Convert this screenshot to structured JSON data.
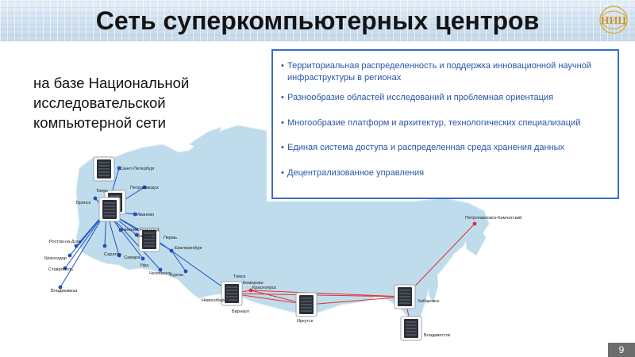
{
  "slide": {
    "title": "Сеть суперкомпьютерных центров",
    "subtitle": "на базе Национальной исследовательской компьютерной сети",
    "logo_text": "НИЦ",
    "page_number": "9"
  },
  "bullets": [
    "Территориальная распределенность и поддержка инновационной научной инфраструктуры в регионах",
    "Разнообразие областей исследований и проблемная ориентация",
    "Многообразие платформ и архитектур, технологических специализаций",
    "Единая система доступа и распределенная среда хранения данных",
    "Децентрализованное управления"
  ],
  "cities": {
    "spb": "Санкт-Петербург",
    "petrozavodsk": "Петрозаводск",
    "tver": "Тверь",
    "bryansk": "Брянск",
    "ivanovo": "Иваново",
    "nizhny": "Нижний Новгород",
    "kazan": "Казань",
    "perm": "Пермь",
    "ekaterinburg": "Екатеринбург",
    "rostov": "Ростов-на-Дону",
    "krasnodar": "Краснодар",
    "stavropol": "Ставрополь",
    "vladikavkaz": "Владикавказ",
    "saratov": "Саратов",
    "samara": "Самара",
    "ufa": "Уфа",
    "chelyabinsk": "Челябинск",
    "kurgan": "Курган",
    "tomsk": "Томск",
    "kemerovo": "Кемерово",
    "krasnoyarsk": "Красноярск",
    "novosibirsk": "Новосибирск",
    "barnaul": "Барнаул",
    "irkutsk": "Иркутск",
    "khabarovsk": "Хабаровск",
    "vladivostok": "Владивосток",
    "kamchatka": "Петропавловск-Камчатский"
  },
  "colors": {
    "blue_link": "#1f4fc2",
    "red_link": "#e03030",
    "map_land": "#bfdcec",
    "box_border": "#3b6cc4",
    "bullet_text": "#2a55a8"
  },
  "icons": {
    "server": "server-rack-icon",
    "node": "network-node-icon"
  }
}
